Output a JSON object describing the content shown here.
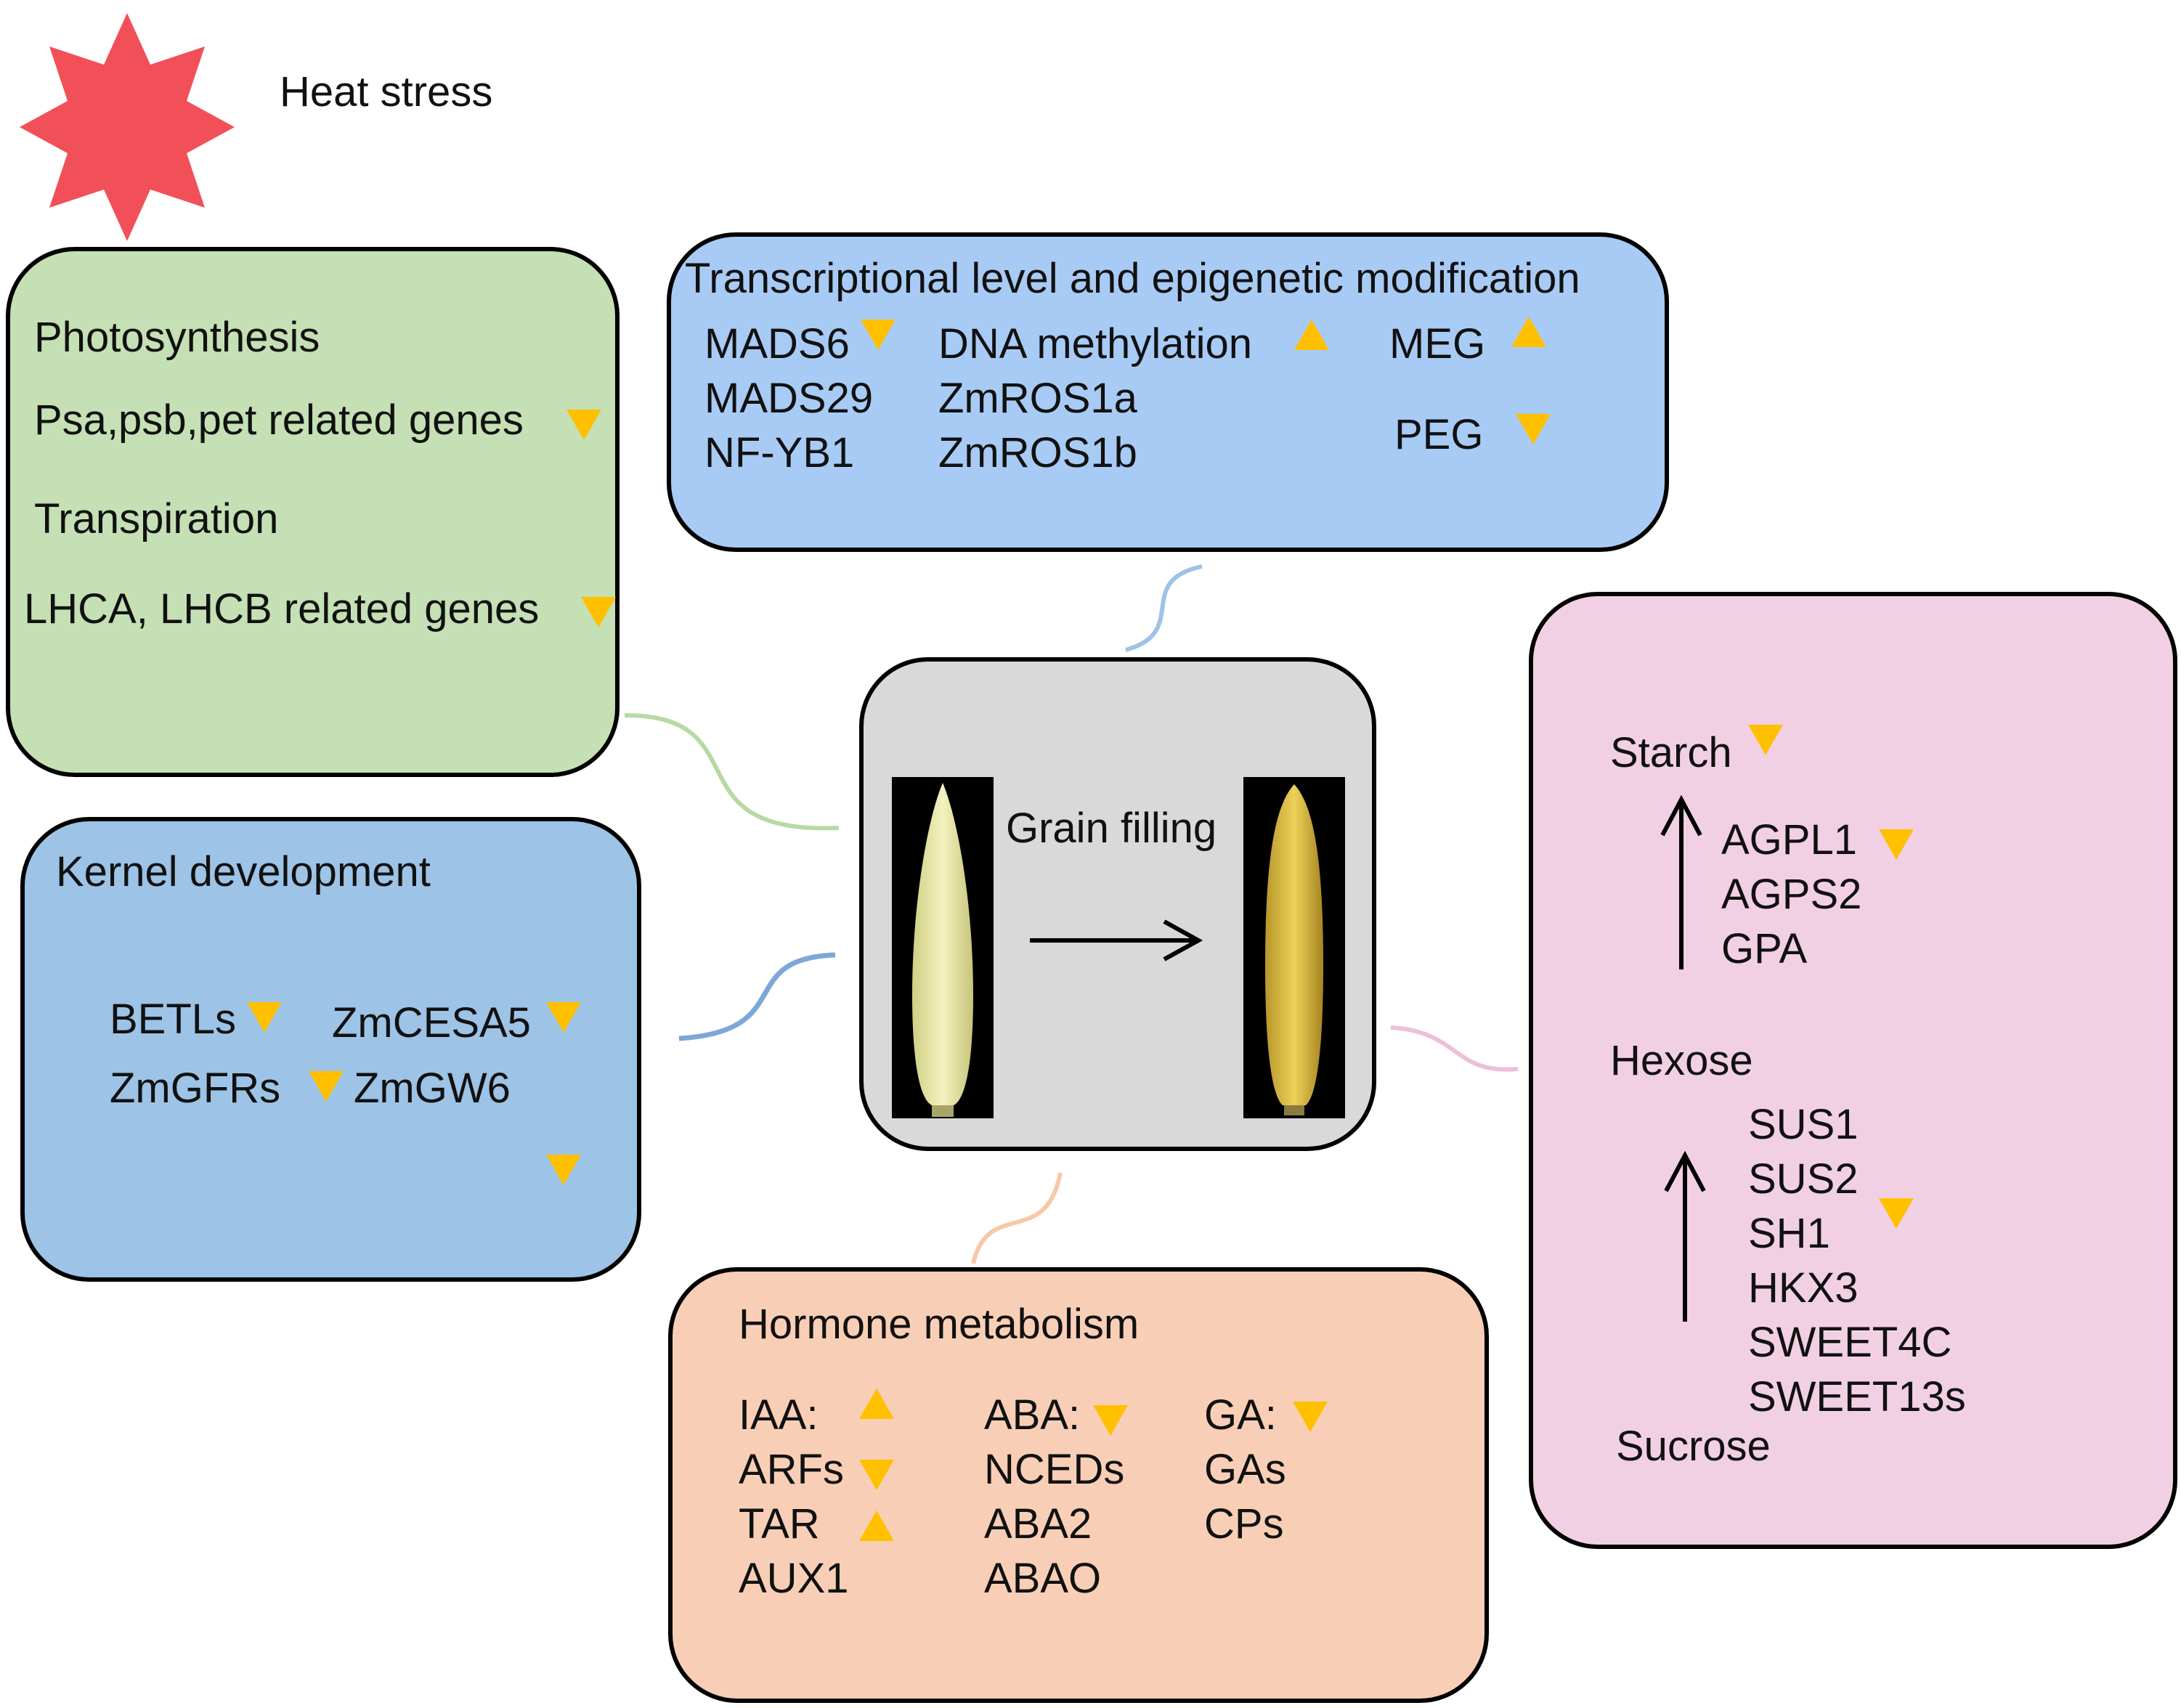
{
  "heat_stress": {
    "label": "Heat stress",
    "color": "#f25058"
  },
  "photosynthesis_box": {
    "color": "#c5e0b4",
    "heading1": "Photosynthesis",
    "genes1": "Psa,psb,pet related genes",
    "heading2": "Transpiration",
    "genes2": "LHCA, LHCB related genes"
  },
  "transcription_box": {
    "color": "#a8cbf5",
    "title": "Transcriptional level and epigenetic modification",
    "col1": [
      "MADS6",
      "MADS29",
      "NF-YB1"
    ],
    "col2": [
      "DNA methylation",
      "ZmROS1a",
      "ZmROS1b"
    ],
    "col3": [
      "MEG",
      "PEG"
    ]
  },
  "kernel_box": {
    "color": "#9dc3e6",
    "title": "Kernel development",
    "genes": [
      "BETLs",
      "ZmCESA5",
      "ZmGFRs",
      "ZmGW6"
    ]
  },
  "center_box": {
    "color": "#d9d9d9",
    "label": "Grain filling"
  },
  "sugar_box": {
    "color": "#f2d0e4",
    "starch": "Starch",
    "starch_genes": [
      "AGPL1",
      "AGPS2",
      "GPA"
    ],
    "hexose": "Hexose",
    "hexose_genes": [
      "SUS1",
      "SUS2",
      "SH1",
      "HKX3",
      "SWEET4C",
      "SWEET13s"
    ],
    "sucrose": "Sucrose"
  },
  "hormone_box": {
    "color": "#f8cfb6",
    "title": "Hormone metabolism",
    "col1": [
      "IAA:",
      "ARFs",
      "TAR",
      "AUX1"
    ],
    "col2": [
      "ABA:",
      "NCEDs",
      "ABA2",
      "ABAO"
    ],
    "col3": [
      "GA:",
      "GAs",
      "CPs"
    ]
  },
  "marker_color": "#ffc000",
  "icons": {
    "up": "triangle-up-icon",
    "down": "triangle-down-icon",
    "star": "star-icon",
    "arrow": "arrow-icon",
    "ear": "corn-ear-icon"
  }
}
